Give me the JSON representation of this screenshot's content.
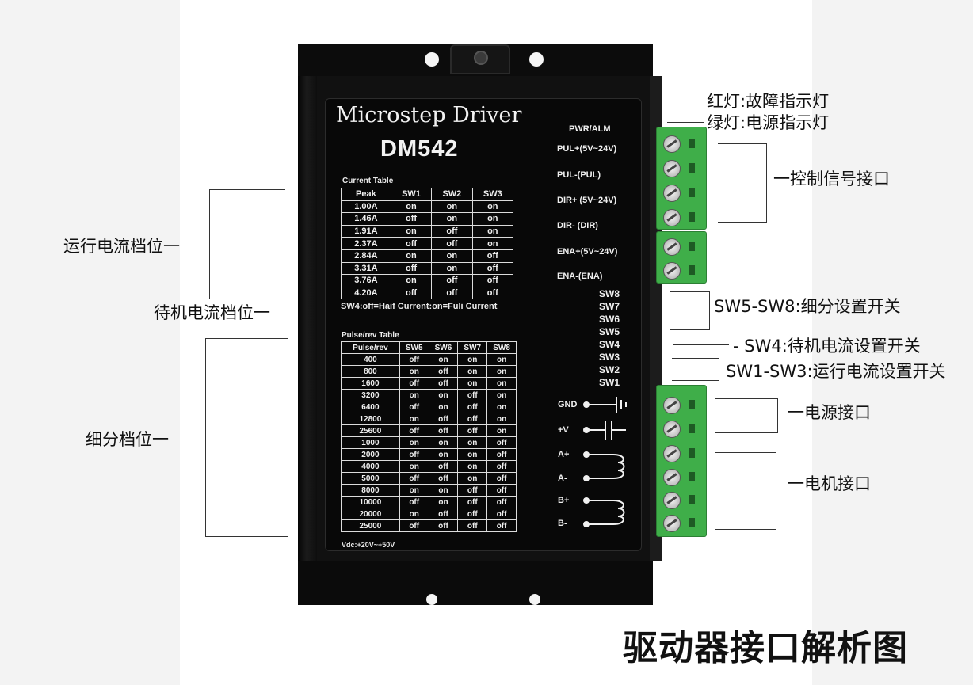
{
  "driver": {
    "brand": "Microstep  Driver",
    "model": "DM542",
    "current_table_title": "Current  Table",
    "current_headers": [
      "Peak",
      "SW1",
      "SW2",
      "SW3"
    ],
    "current_rows": [
      [
        "1.00A",
        "on",
        "on",
        "on"
      ],
      [
        "1.46A",
        "off",
        "on",
        "on"
      ],
      [
        "1.91A",
        "on",
        "off",
        "on"
      ],
      [
        "2.37A",
        "off",
        "off",
        "on"
      ],
      [
        "2.84A",
        "on",
        "on",
        "off"
      ],
      [
        "3.31A",
        "off",
        "on",
        "off"
      ],
      [
        "3.76A",
        "on",
        "off",
        "off"
      ],
      [
        "4.20A",
        "off",
        "off",
        "off"
      ]
    ],
    "sw4_note": "SW4:off=Haif Current:on=Fuli Current",
    "pulse_table_title": "Pulse/rev Table",
    "pulse_headers": [
      "Pulse/rev",
      "SW5",
      "SW6",
      "SW7",
      "SW8"
    ],
    "pulse_rows": [
      [
        "400",
        "off",
        "on",
        "on",
        "on"
      ],
      [
        "800",
        "on",
        "off",
        "on",
        "on"
      ],
      [
        "1600",
        "off",
        "off",
        "on",
        "on"
      ],
      [
        "3200",
        "on",
        "on",
        "off",
        "on"
      ],
      [
        "6400",
        "off",
        "on",
        "off",
        "on"
      ],
      [
        "12800",
        "on",
        "off",
        "off",
        "on"
      ],
      [
        "25600",
        "off",
        "off",
        "off",
        "on"
      ],
      [
        "1000",
        "on",
        "on",
        "on",
        "off"
      ],
      [
        "2000",
        "off",
        "on",
        "on",
        "off"
      ],
      [
        "4000",
        "on",
        "off",
        "on",
        "off"
      ],
      [
        "5000",
        "off",
        "off",
        "on",
        "off"
      ],
      [
        "8000",
        "on",
        "on",
        "off",
        "off"
      ],
      [
        "10000",
        "off",
        "on",
        "off",
        "off"
      ],
      [
        "20000",
        "on",
        "off",
        "off",
        "off"
      ],
      [
        "25000",
        "off",
        "off",
        "off",
        "off"
      ]
    ],
    "vdc": "Vdc:+20V~+50V",
    "pwr_alm": "PWR/ALM",
    "signal_labels": [
      "PUL+(5V~24V)",
      "PUL-(PUL)",
      "DIR+ (5V~24V)",
      "DIR- (DIR)",
      "ENA+(5V~24V)",
      "ENA-(ENA)"
    ],
    "switch_labels": [
      "SW8",
      "SW7",
      "SW6",
      "SW5",
      "SW4",
      "SW3",
      "SW2",
      "SW1"
    ],
    "power_labels": [
      "GND",
      "+V"
    ],
    "motor_labels": [
      "A+",
      "A-",
      "B+",
      "B-"
    ]
  },
  "annotations": {
    "red_light": "红灯:故障指示灯",
    "green_light": "绿灯:电源指示灯",
    "control_port": "一控制信号接口",
    "sw5_8": "SW5-SW8:细分设置开关",
    "sw4": "- SW4:待机电流设置开关",
    "sw1_3": "SW1-SW3:运行电流设置开关",
    "power_port": "一电源接口",
    "motor_port": "一电机接口",
    "run_current": "运行电流档位一",
    "standby_current": "待机电流档位一",
    "microstep": "细分档位一"
  },
  "title": "驱动器接口解析图"
}
